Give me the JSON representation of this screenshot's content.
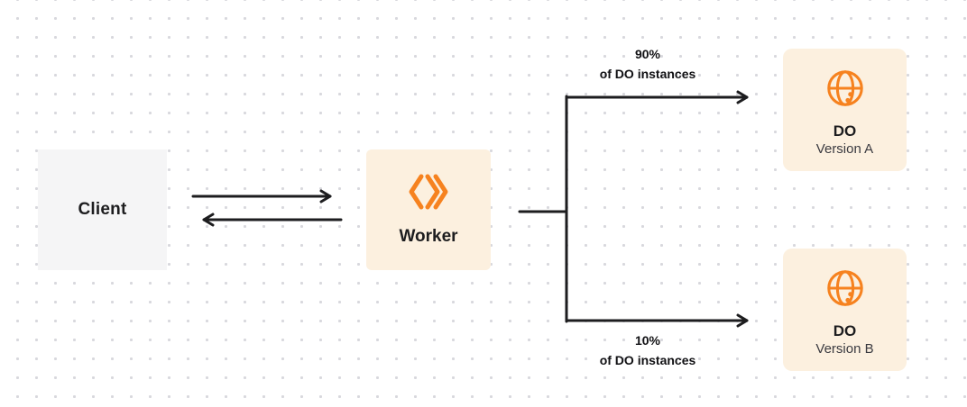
{
  "diagram": {
    "client": {
      "label": "Client"
    },
    "worker": {
      "label": "Worker"
    },
    "do_version_a": {
      "title": "DO",
      "subtitle": "Version A"
    },
    "do_version_b": {
      "title": "DO",
      "subtitle": "Version B"
    },
    "split_top": {
      "percent": "90%",
      "caption": "of DO instances"
    },
    "split_bottom": {
      "percent": "10%",
      "caption": "of DO instances"
    }
  },
  "colors": {
    "accent_orange": "#F6821F",
    "node_cream": "#FCF0DF",
    "client_gray": "#F5F5F6",
    "arrow_dark": "#1D1D1F",
    "dot_grid": "#D8D8DD"
  },
  "icons": {
    "worker_icon": "workers-logo-icon",
    "do_icon": "globe-icon"
  }
}
